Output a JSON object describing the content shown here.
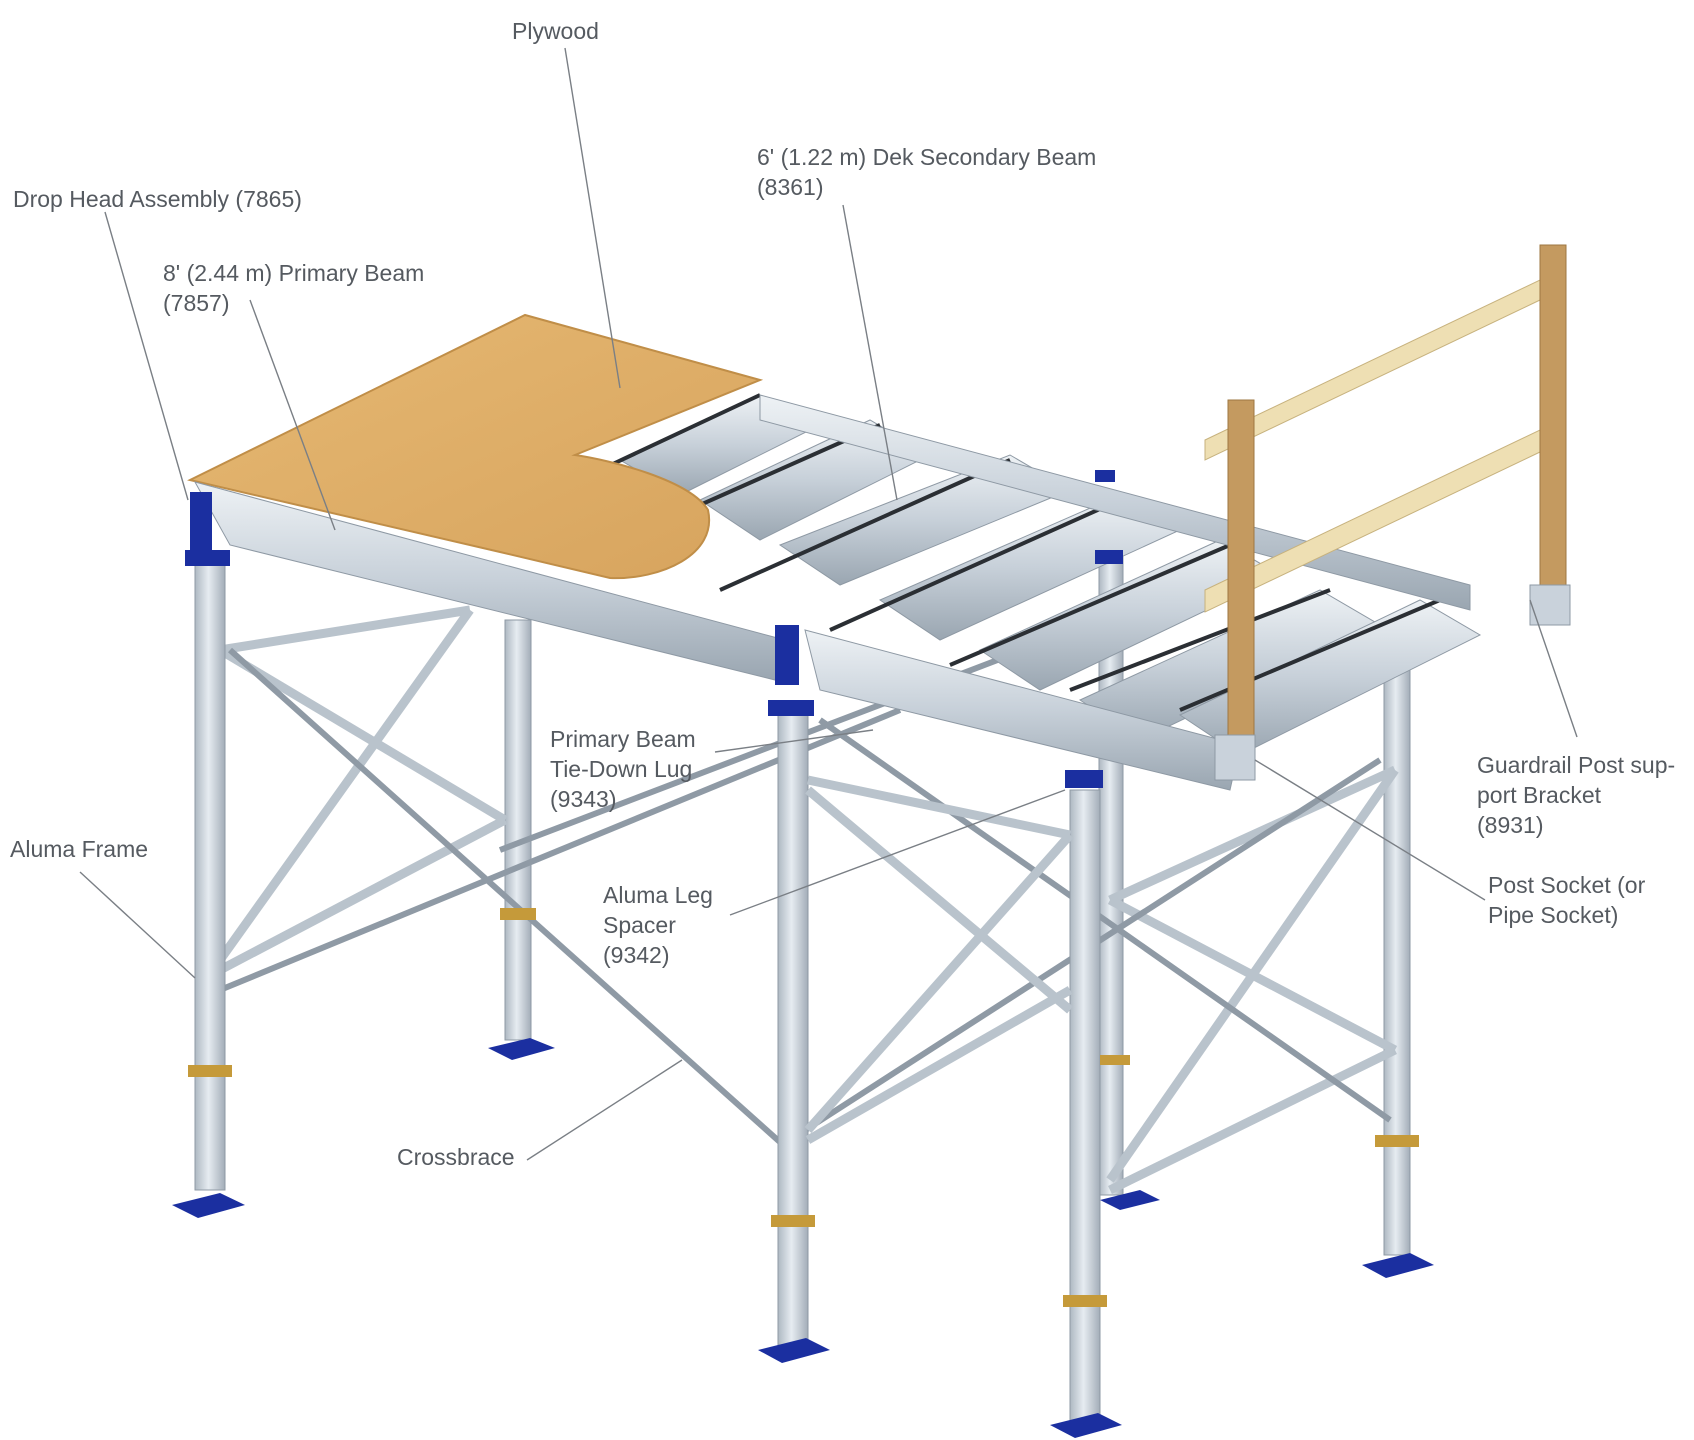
{
  "labels": {
    "plywood": "Plywood",
    "secondary_beam": "6' (1.22 m) Dek Secondary Beam\n(8361)",
    "drop_head": "Drop Head Assembly (7865)",
    "primary_beam": "8' (2.44 m) Primary Beam\n(7857)",
    "tie_down_lug": "Primary Beam\nTie-Down Lug\n(9343)",
    "guardrail_bracket": "Guardrail Post sup-\nport Bracket\n(8931)",
    "aluma_frame": "Aluma Frame",
    "leg_spacer": "Aluma Leg\nSpacer\n(9342)",
    "post_socket": "Post Socket (or\nPipe Socket)",
    "crossbrace": "Crossbrace"
  },
  "colors": {
    "aluminum": "#c9d2db",
    "aluminum_dark": "#97a3af",
    "plywood": "#deb06b",
    "plywood_edge": "#c08e48",
    "guardrail_wood": "#eedfb3",
    "guardrail_post": "#c49a60",
    "base_plate_blue": "#1b2fa0",
    "collar_gold": "#c59a3a",
    "leader_line": "#7a7f85",
    "label_text": "#555a60"
  }
}
